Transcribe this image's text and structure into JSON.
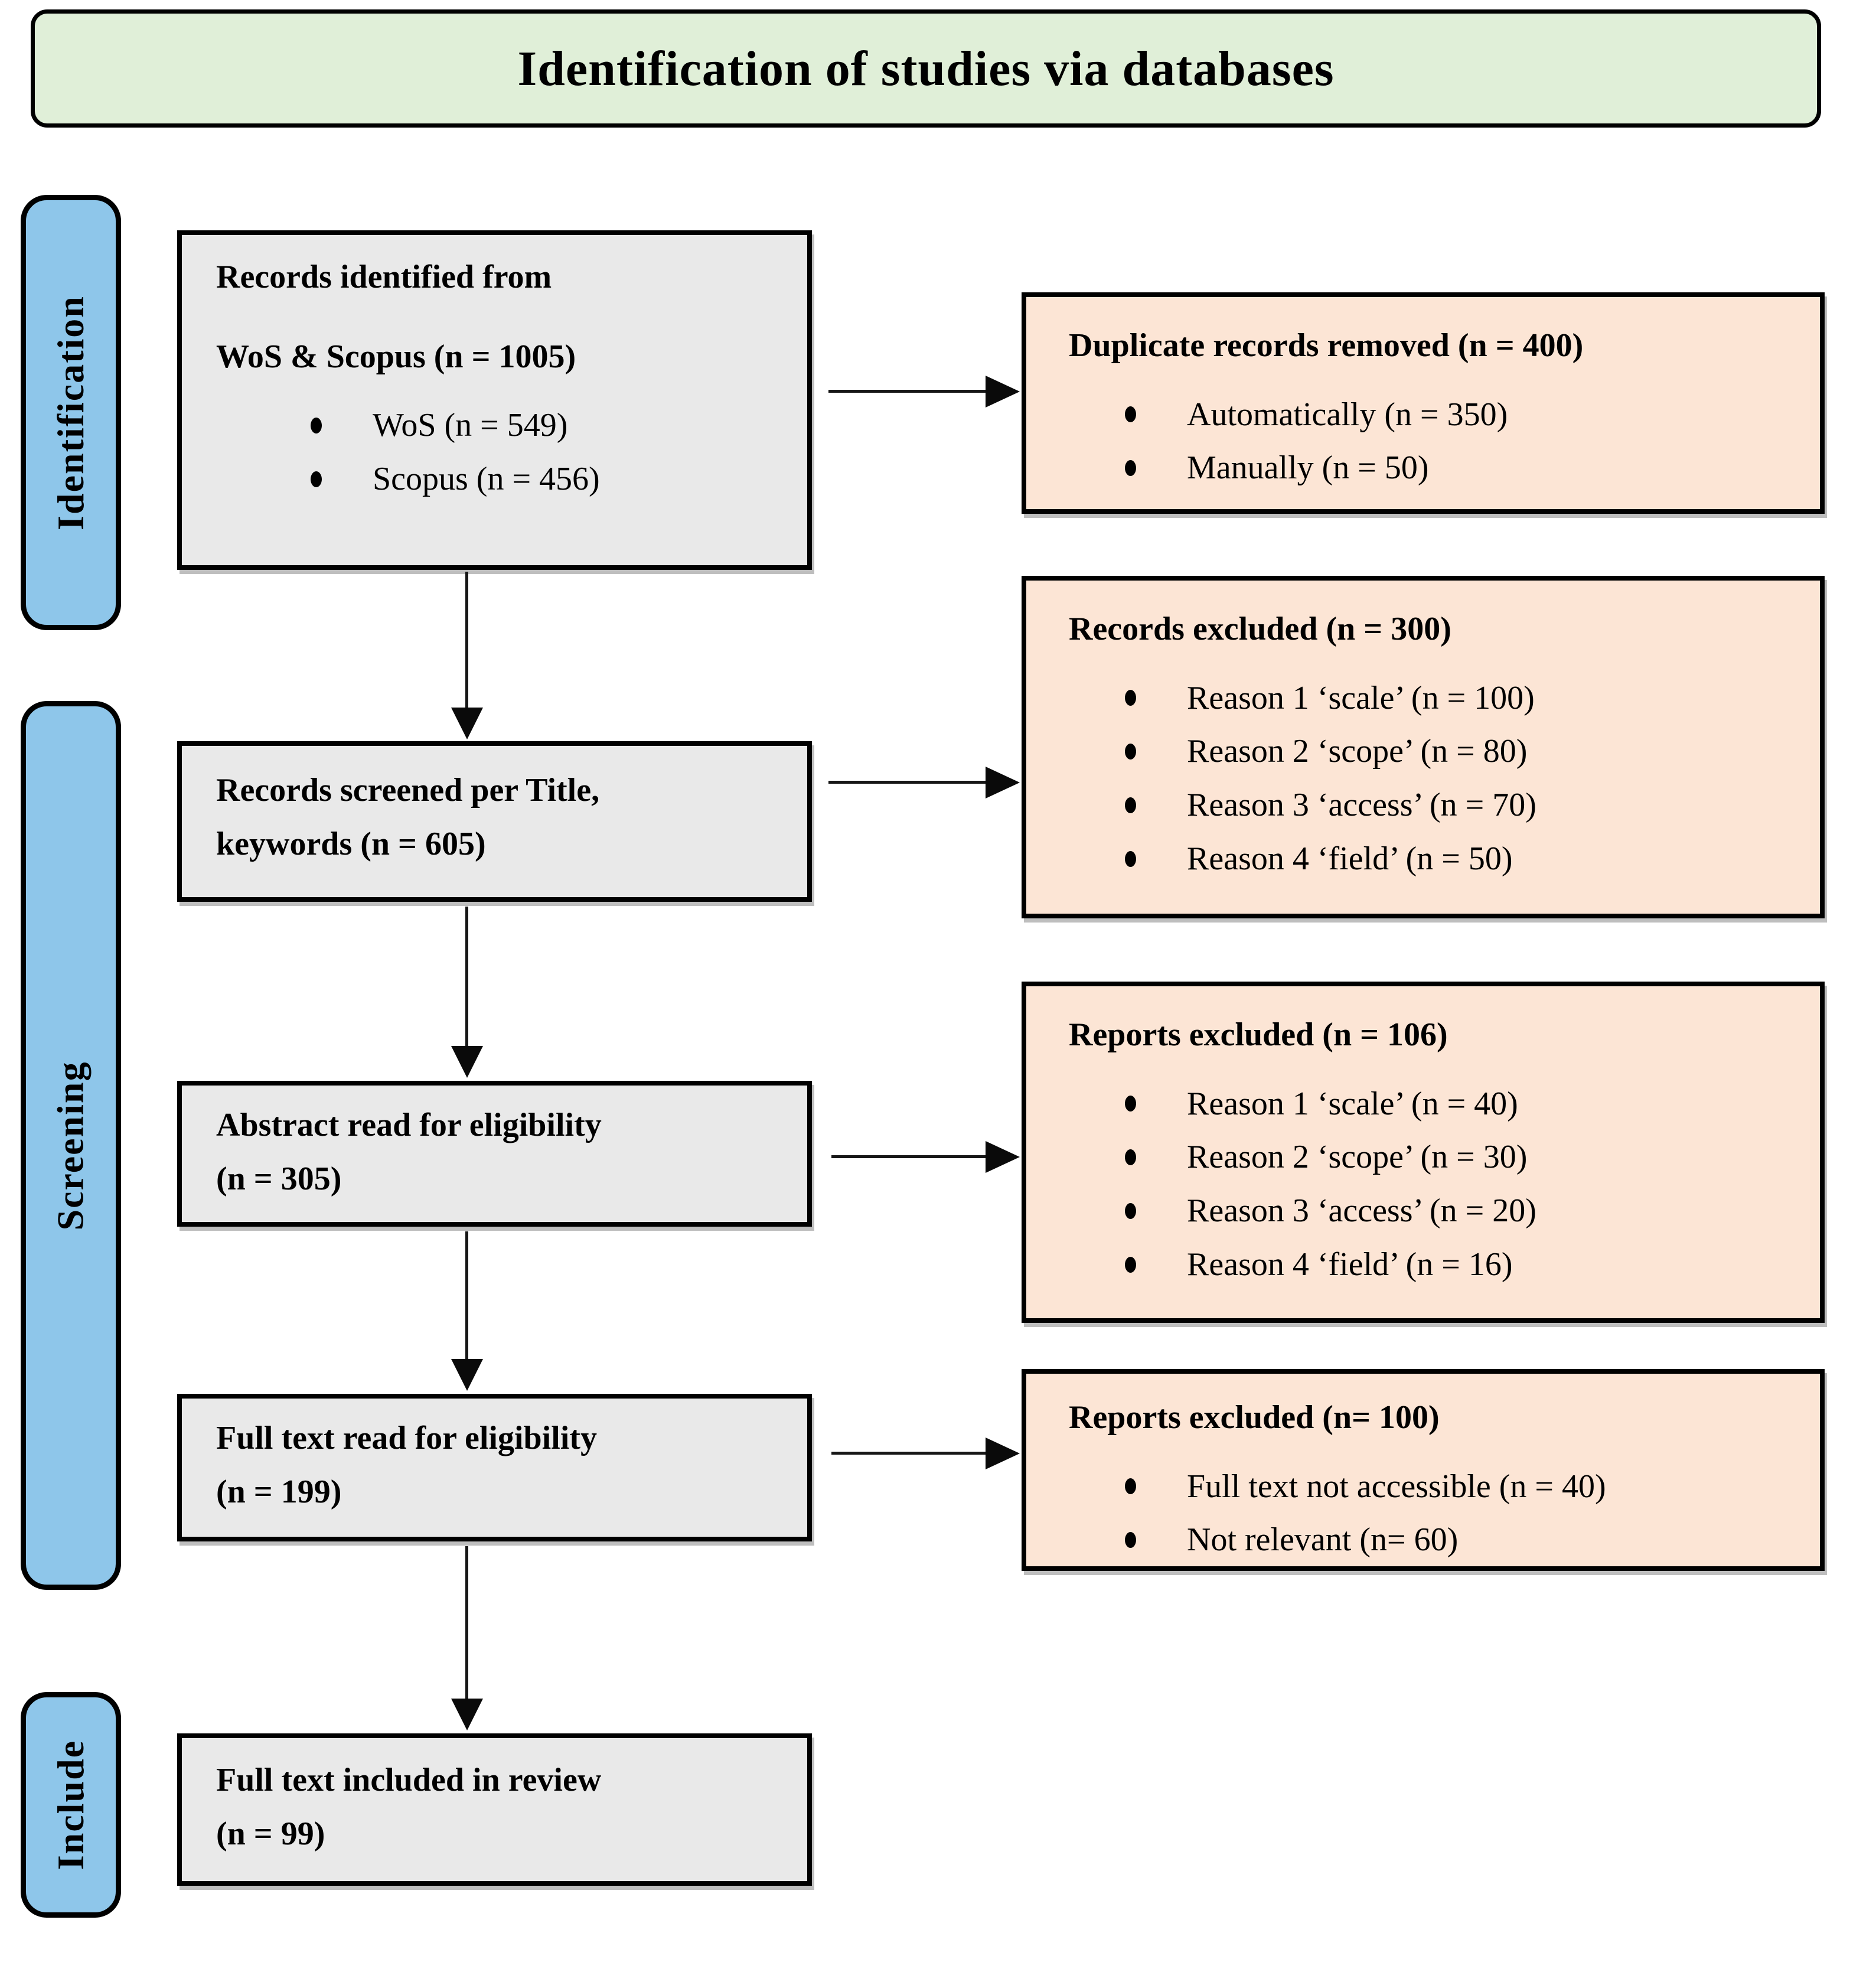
{
  "header": {
    "title": "Identification of studies via databases"
  },
  "stages": [
    {
      "label": "Identification"
    },
    {
      "label": "Screening"
    },
    {
      "label": "Include"
    }
  ],
  "process": [
    {
      "line1": "Records identified from",
      "line2": "WoS & Scopus (n = 1005)",
      "bullets": [
        "WoS (n = 549)",
        "Scopus (n = 456)"
      ]
    },
    {
      "line1": "Records screened per Title,",
      "line2": "keywords (n = 605)"
    },
    {
      "line1": "Abstract read for eligibility",
      "line2": "(n = 305)"
    },
    {
      "line1": "Full text read for eligibility",
      "line2": "(n = 199)"
    },
    {
      "line1": "Full text included in review",
      "line2": "(n = 99)"
    }
  ],
  "excluded": [
    {
      "title": "Duplicate records removed (n = 400)",
      "bullets": [
        "Automatically (n = 350)",
        "Manually (n = 50)"
      ]
    },
    {
      "title": "Records excluded (n = 300)",
      "bullets": [
        "Reason 1 ‘scale’ (n = 100)",
        "Reason 2 ‘scope’ (n = 80)",
        "Reason 3 ‘access’ (n = 70)",
        "Reason 4 ‘field’ (n = 50)"
      ]
    },
    {
      "title": "Reports excluded (n = 106)",
      "bullets": [
        "Reason 1 ‘scale’ (n = 40)",
        "Reason 2 ‘scope’ (n = 30)",
        "Reason 3 ‘access’ (n = 20)",
        "Reason 4 ‘field’ (n = 16)"
      ]
    },
    {
      "title": "Reports excluded (n= 100)",
      "bullets": [
        "Full text not accessible (n = 40)",
        "Not relevant (n= 60)"
      ]
    }
  ],
  "colors": {
    "title_bg": "#e0efd8",
    "stage_bg": "#8ec6ea",
    "process_bg": "#e9e9e9",
    "excluded_bg": "#fce5d5",
    "border": "#000000",
    "arrow": "#161616"
  }
}
